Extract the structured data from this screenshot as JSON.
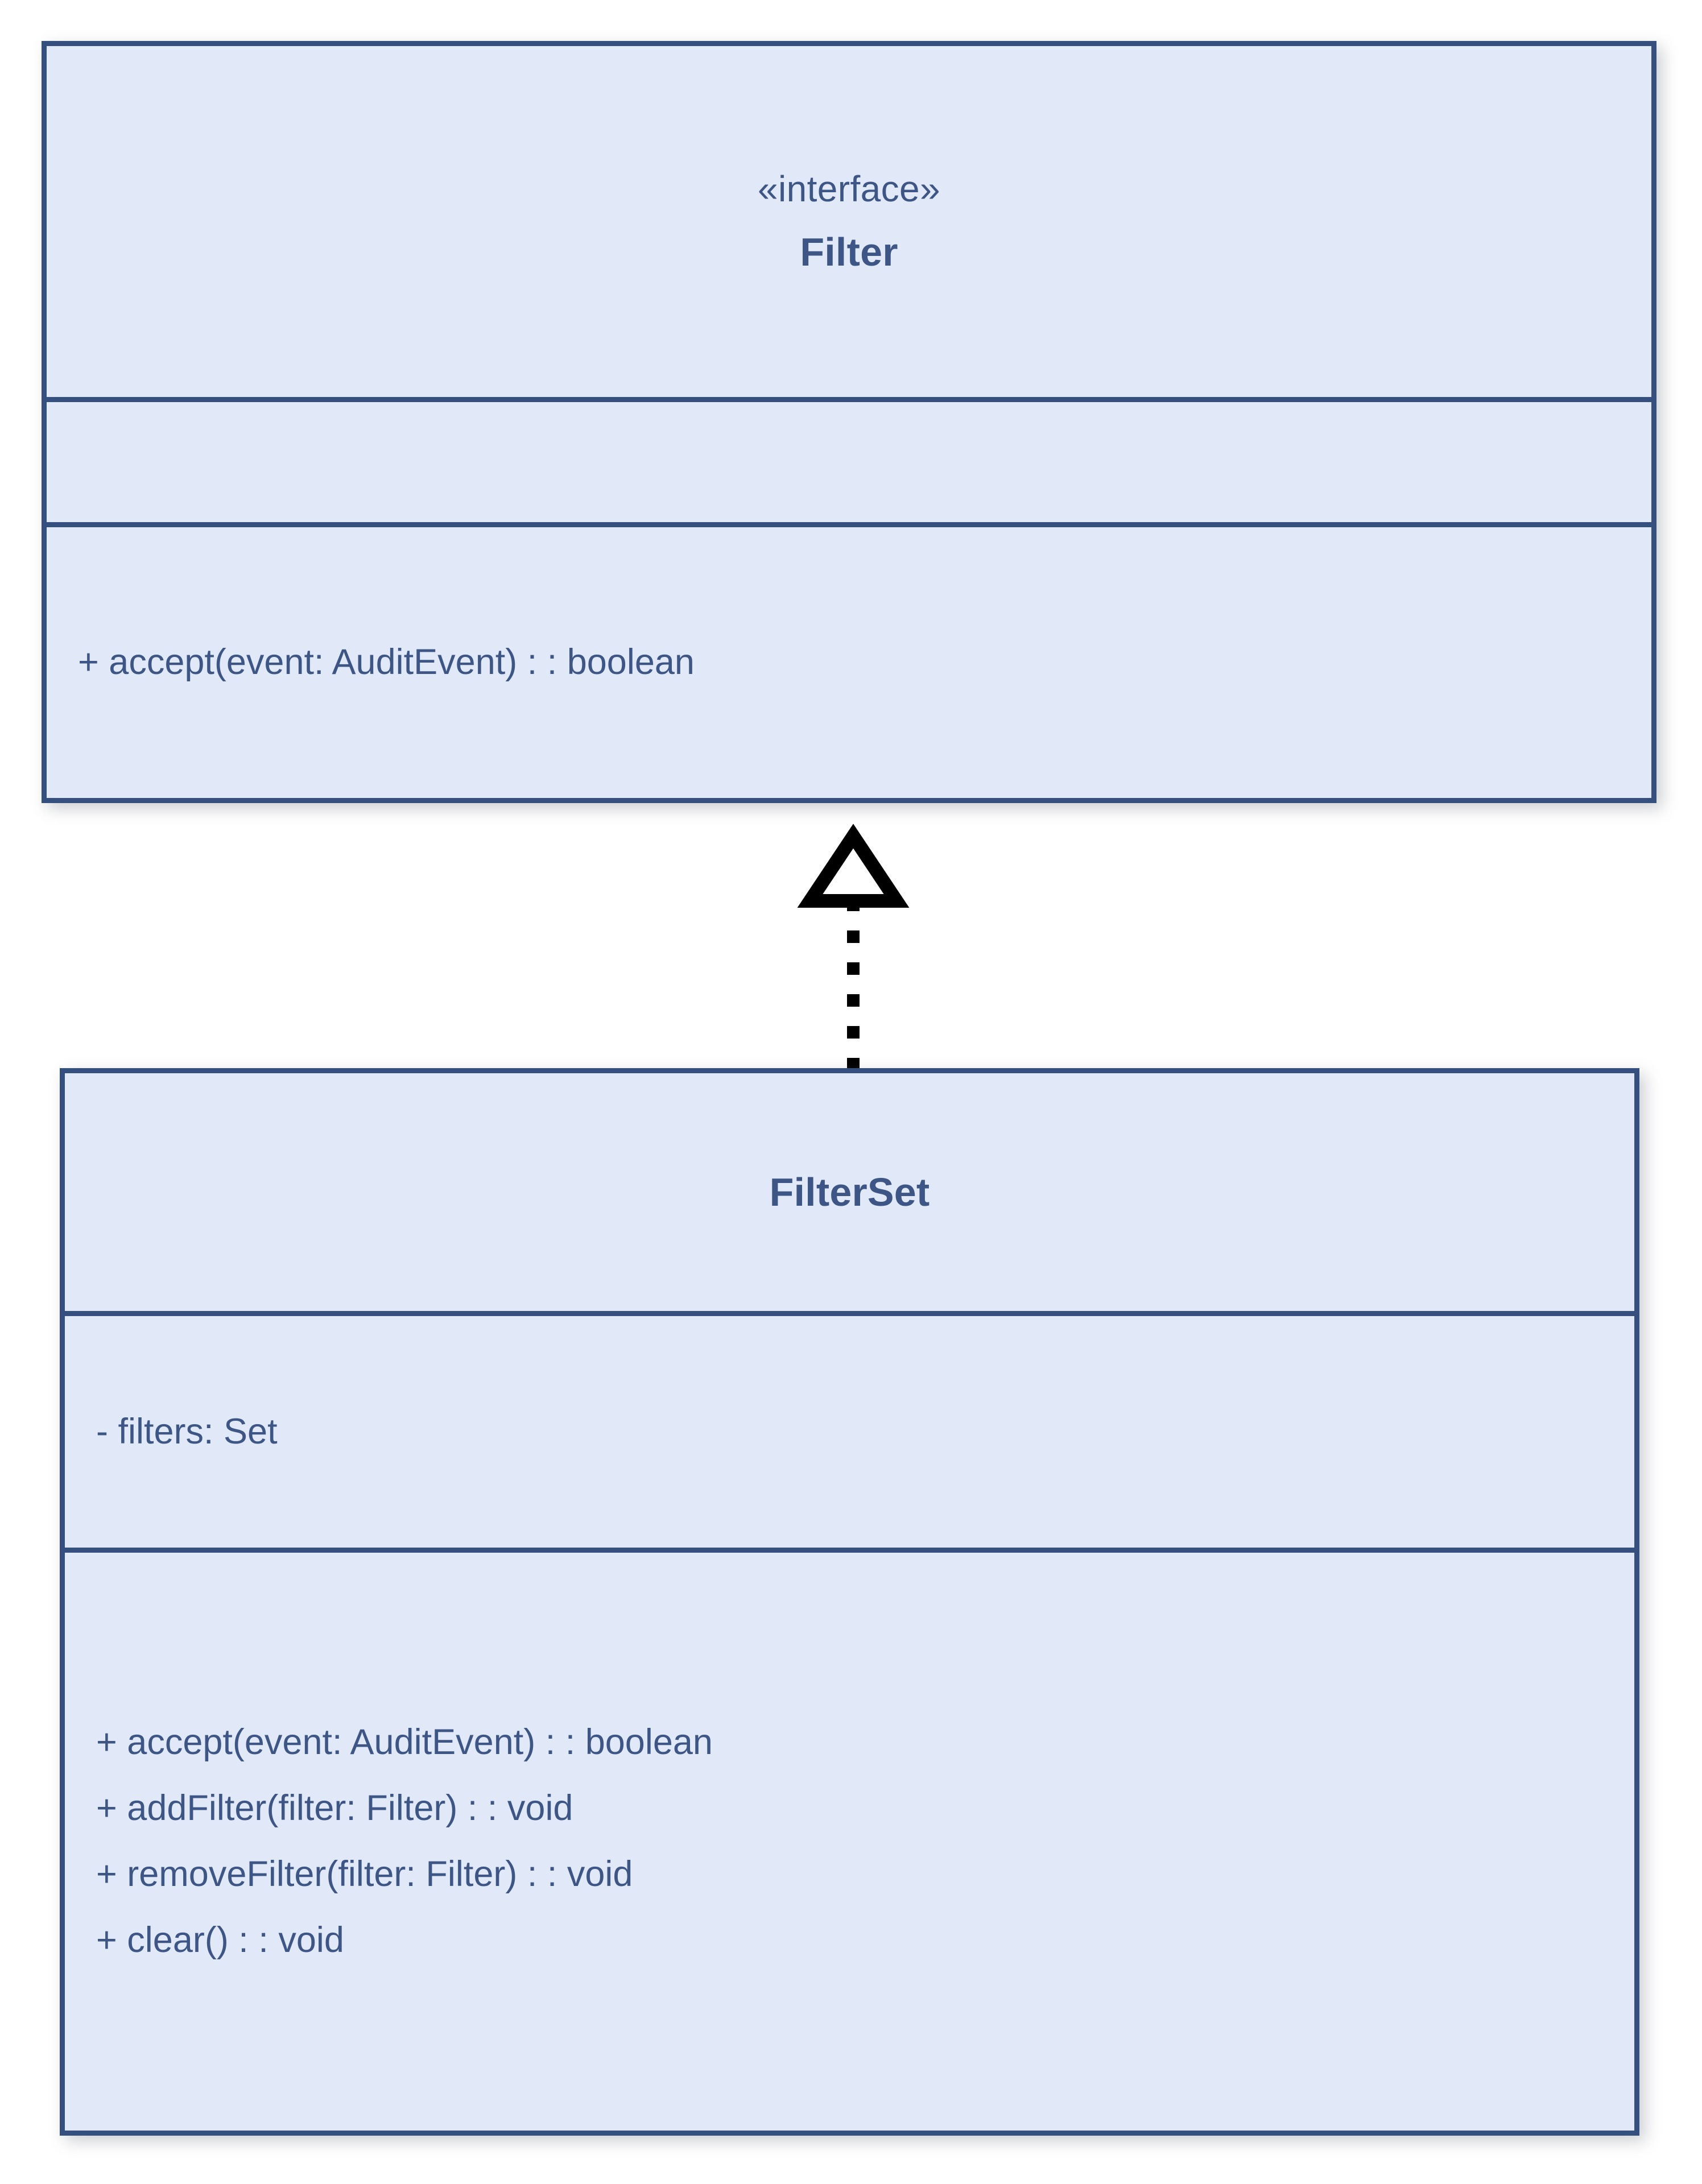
{
  "diagram": {
    "type": "uml-class-diagram",
    "title": "Filter / FilterSet UML class diagram",
    "background_color": "#ffffff",
    "class_fill_color": "#e1e8f7",
    "class_border_color": "#35507f",
    "text_color": "#3d5685",
    "connector_color": "#000000"
  },
  "classes": [
    {
      "id": "filter",
      "stereotype": "«interface»",
      "name": "Filter",
      "attributes": [],
      "methods": [
        "+ accept(event: AuditEvent) : : boolean"
      ]
    },
    {
      "id": "filterset",
      "stereotype": "",
      "name": "FilterSet",
      "attributes": [
        "- filters: Set"
      ],
      "methods": [
        "+ accept(event: AuditEvent) : : boolean",
        "+ addFilter(filter: Filter) : : void",
        "+ removeFilter(filter: Filter) : : void",
        "+ clear() : : void"
      ]
    }
  ],
  "relationships": [
    {
      "id": "realization-1",
      "kind": "realization",
      "line_style": "dashed",
      "arrowhead": "hollow-triangle",
      "source": "FilterSet",
      "target": "Filter",
      "direction": "up"
    }
  ]
}
